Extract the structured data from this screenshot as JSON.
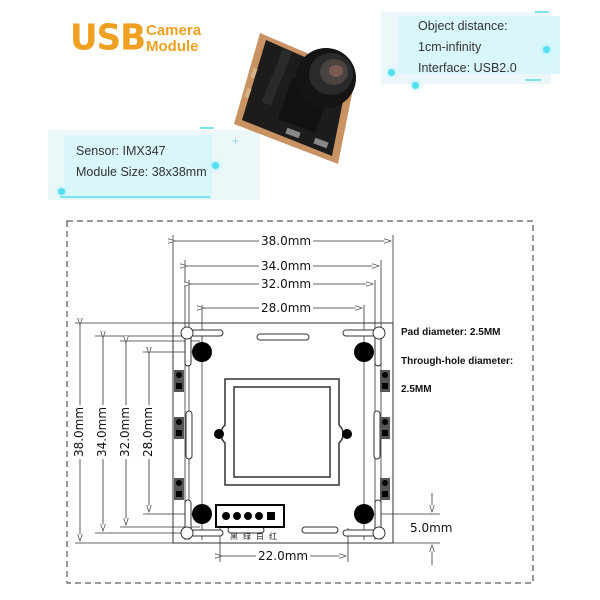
{
  "header": {
    "brand": "USB",
    "subtitle_line1": "Camera",
    "subtitle_line2": "Module",
    "brand_color": "#f0a020"
  },
  "info_right": {
    "lines": [
      "Object distance:",
      "1cm-infinity",
      "Interface: USB2.0"
    ]
  },
  "info_left": {
    "lines": [
      "Sensor: IMX347",
      "Module Size: 38x38mm"
    ]
  },
  "product_image": {
    "label": "USB camera module photo"
  },
  "drawing": {
    "horizontal_dims": [
      "38.0mm",
      "34.0mm",
      "32.0mm",
      "28.0mm"
    ],
    "vertical_dims": [
      "38.0mm",
      "34.0mm",
      "32.0mm",
      "28.0mm"
    ],
    "bottom_dim": "22.0mm",
    "right_dim": "5.0mm",
    "notes": {
      "pad": "Pad diameter: 2.5MM",
      "through_hole_label": "Through-hole diameter:",
      "through_hole_value": "2.5MM"
    },
    "connector_labels": [
      "黑",
      "绿",
      "白",
      "红"
    ]
  }
}
